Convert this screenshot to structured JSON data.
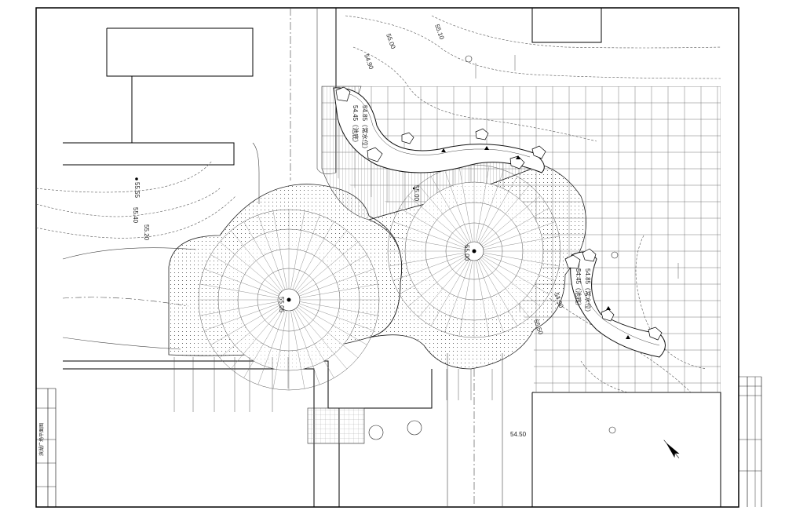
{
  "elevations": [
    {
      "id": "e5510",
      "text": "55.10"
    },
    {
      "id": "e5500top",
      "text": "55.00"
    },
    {
      "id": "e5490top",
      "text": "54.90"
    },
    {
      "id": "e5555",
      "text": "55.55"
    },
    {
      "id": "e5540",
      "text": "55.40"
    },
    {
      "id": "e5520",
      "text": "55.20"
    },
    {
      "id": "e5500mid",
      "text": "55.00"
    },
    {
      "id": "e5500plaza",
      "text": "55.00"
    },
    {
      "id": "e5505",
      "text": "55.05"
    },
    {
      "id": "e5490right",
      "text": "54.90"
    },
    {
      "id": "e5450",
      "text": "55.50"
    },
    {
      "id": "e5450b",
      "text": "54.50"
    }
  ],
  "pools": [
    {
      "id": "poolTop",
      "water_level": "54.85（常水位）",
      "bottom": "54.45（池底）"
    },
    {
      "id": "poolRight",
      "water_level": "54.85（常水位）",
      "bottom": "54.45（池底）"
    }
  ],
  "title_block": {
    "drawing_title": "滨湖广场平面图"
  }
}
